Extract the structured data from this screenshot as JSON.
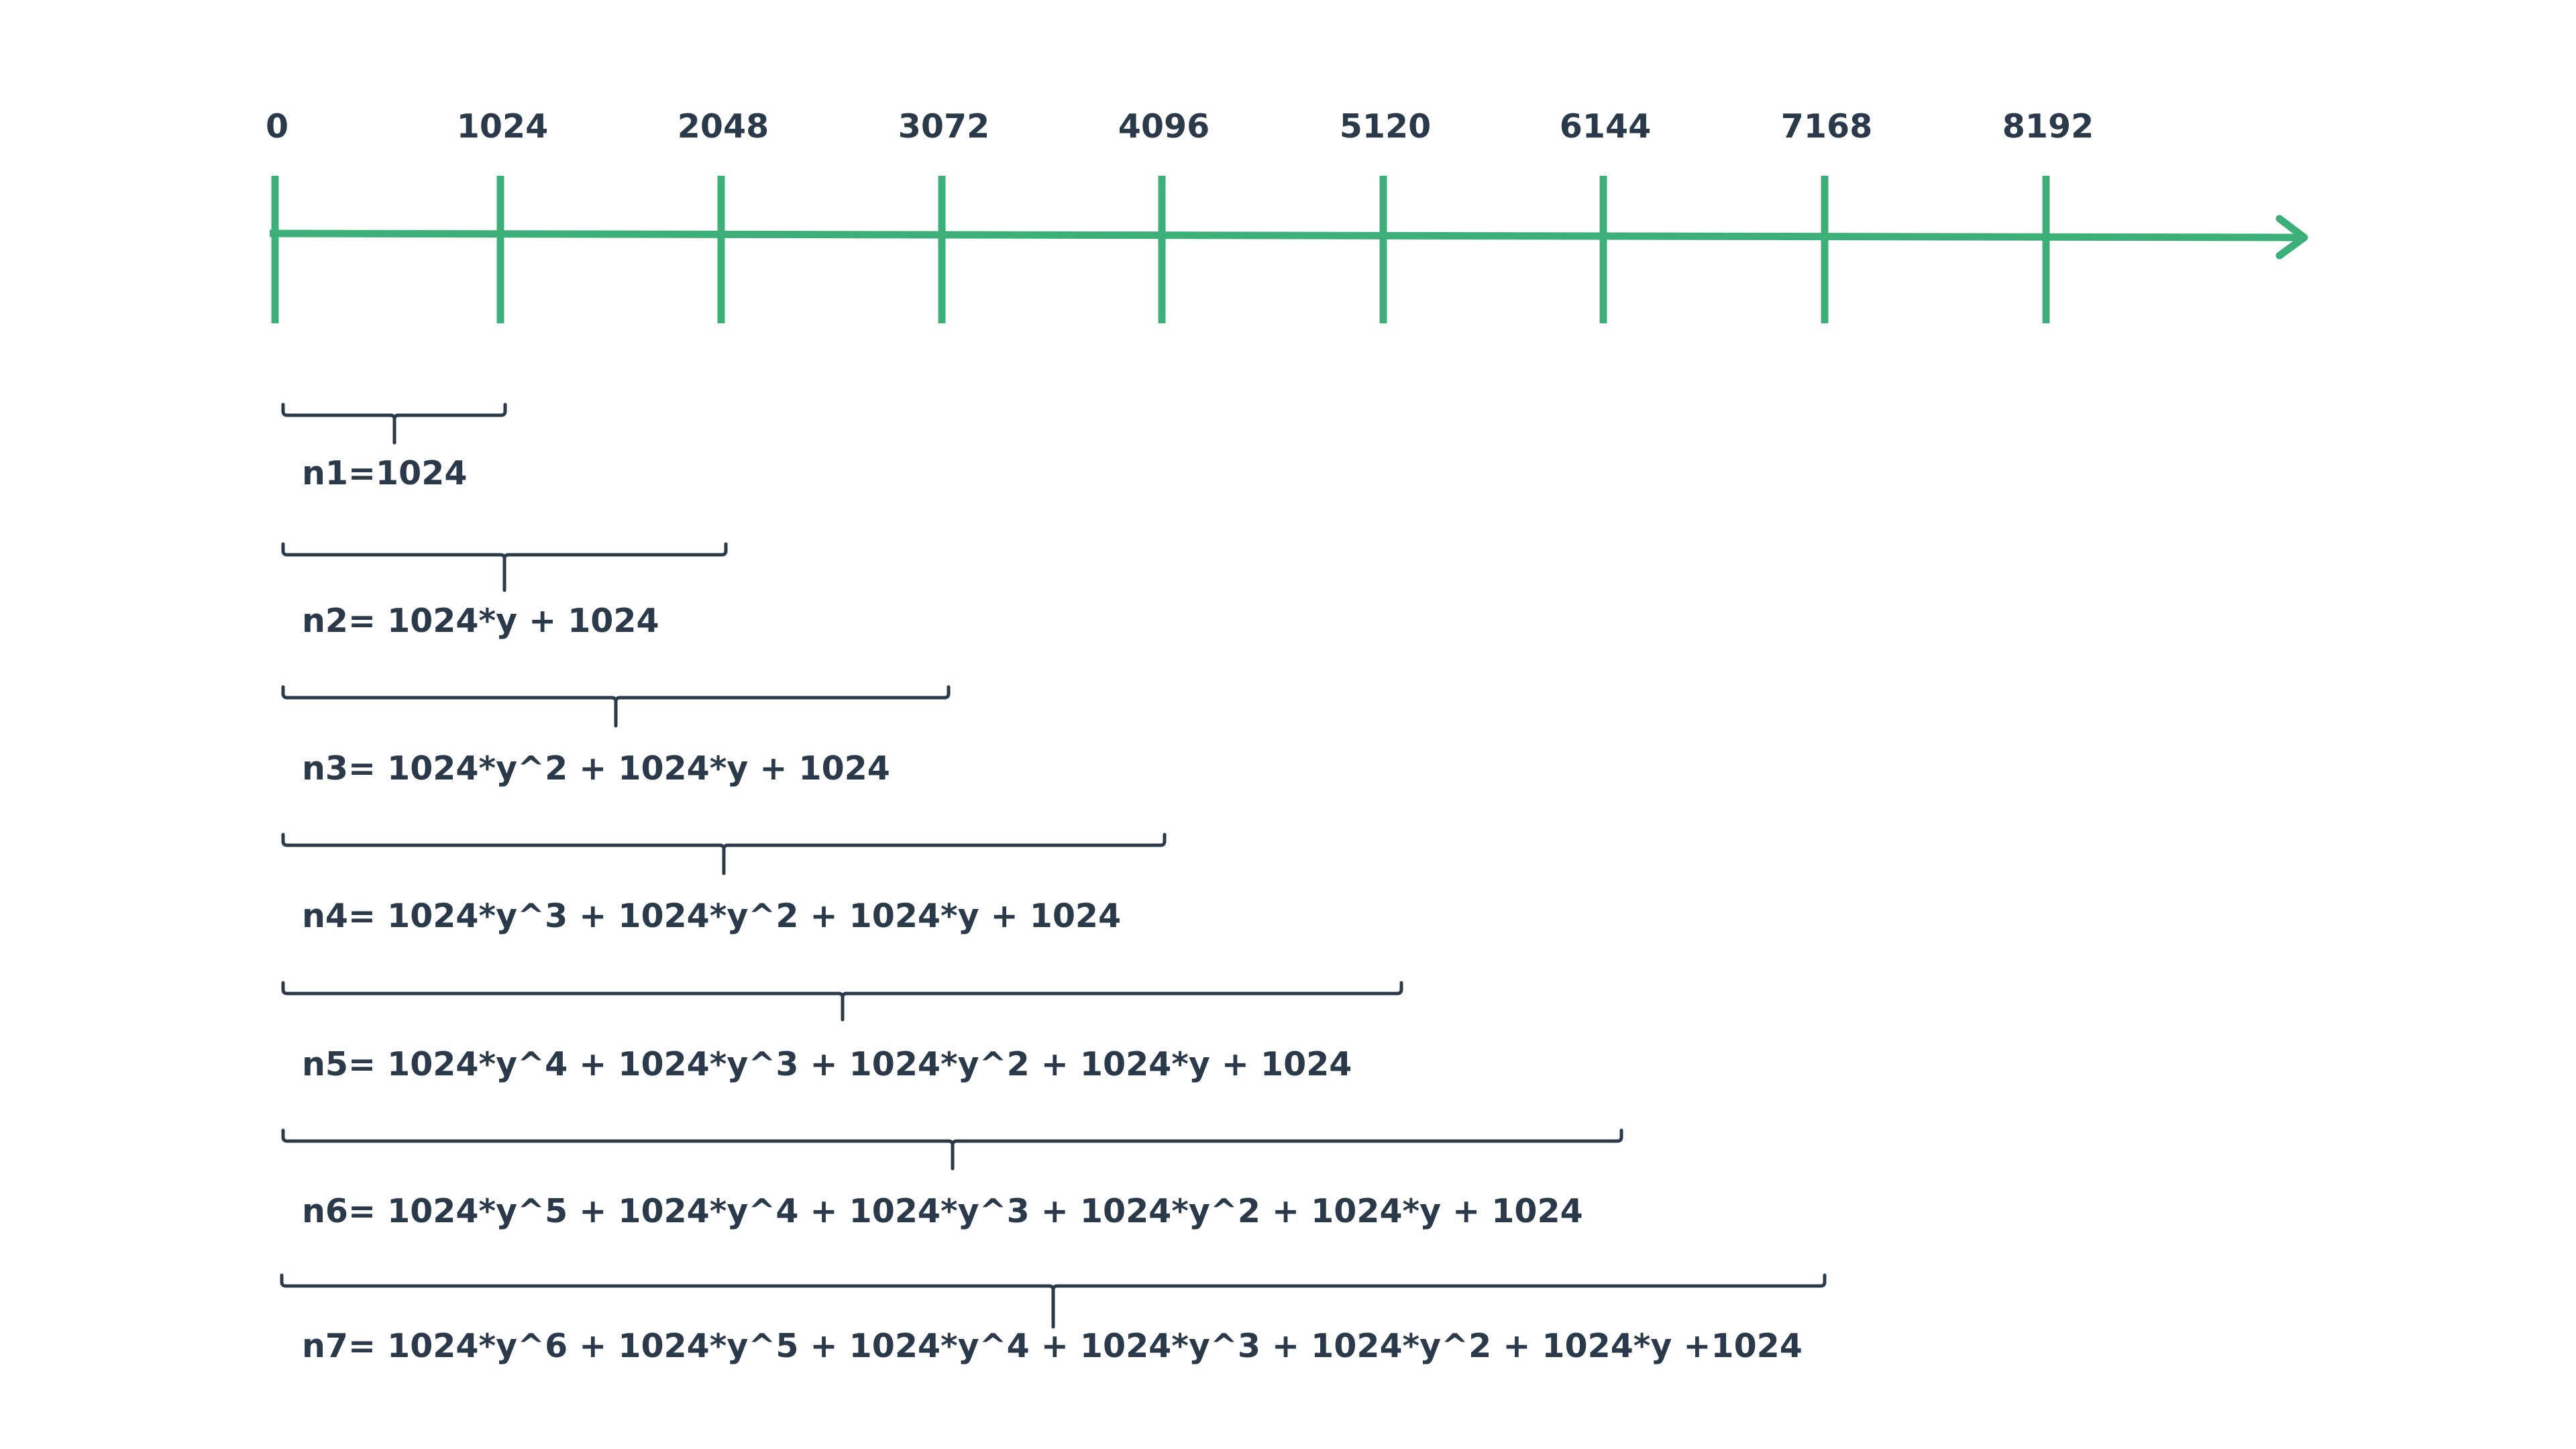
{
  "axis": {
    "ticks": [
      "0",
      "1024",
      "2048",
      "3072",
      "4096",
      "5120",
      "6144",
      "7168",
      "8192"
    ]
  },
  "formulas": [
    "n1=1024",
    "n2= 1024*y + 1024",
    "n3= 1024*y^2 + 1024*y + 1024",
    "n4= 1024*y^3 + 1024*y^2 + 1024*y + 1024",
    "n5= 1024*y^4 + 1024*y^3 + 1024*y^2 + 1024*y + 1024",
    "n6= 1024*y^5 + 1024*y^4 + 1024*y^3 + 1024*y^2 + 1024*y + 1024",
    "n7= 1024*y^6 + 1024*y^5 + 1024*y^4 + 1024*y^3 + 1024*y^2 + 1024*y +1024"
  ],
  "colors": {
    "axis": "#3daf78",
    "text": "#2b3a4a"
  }
}
